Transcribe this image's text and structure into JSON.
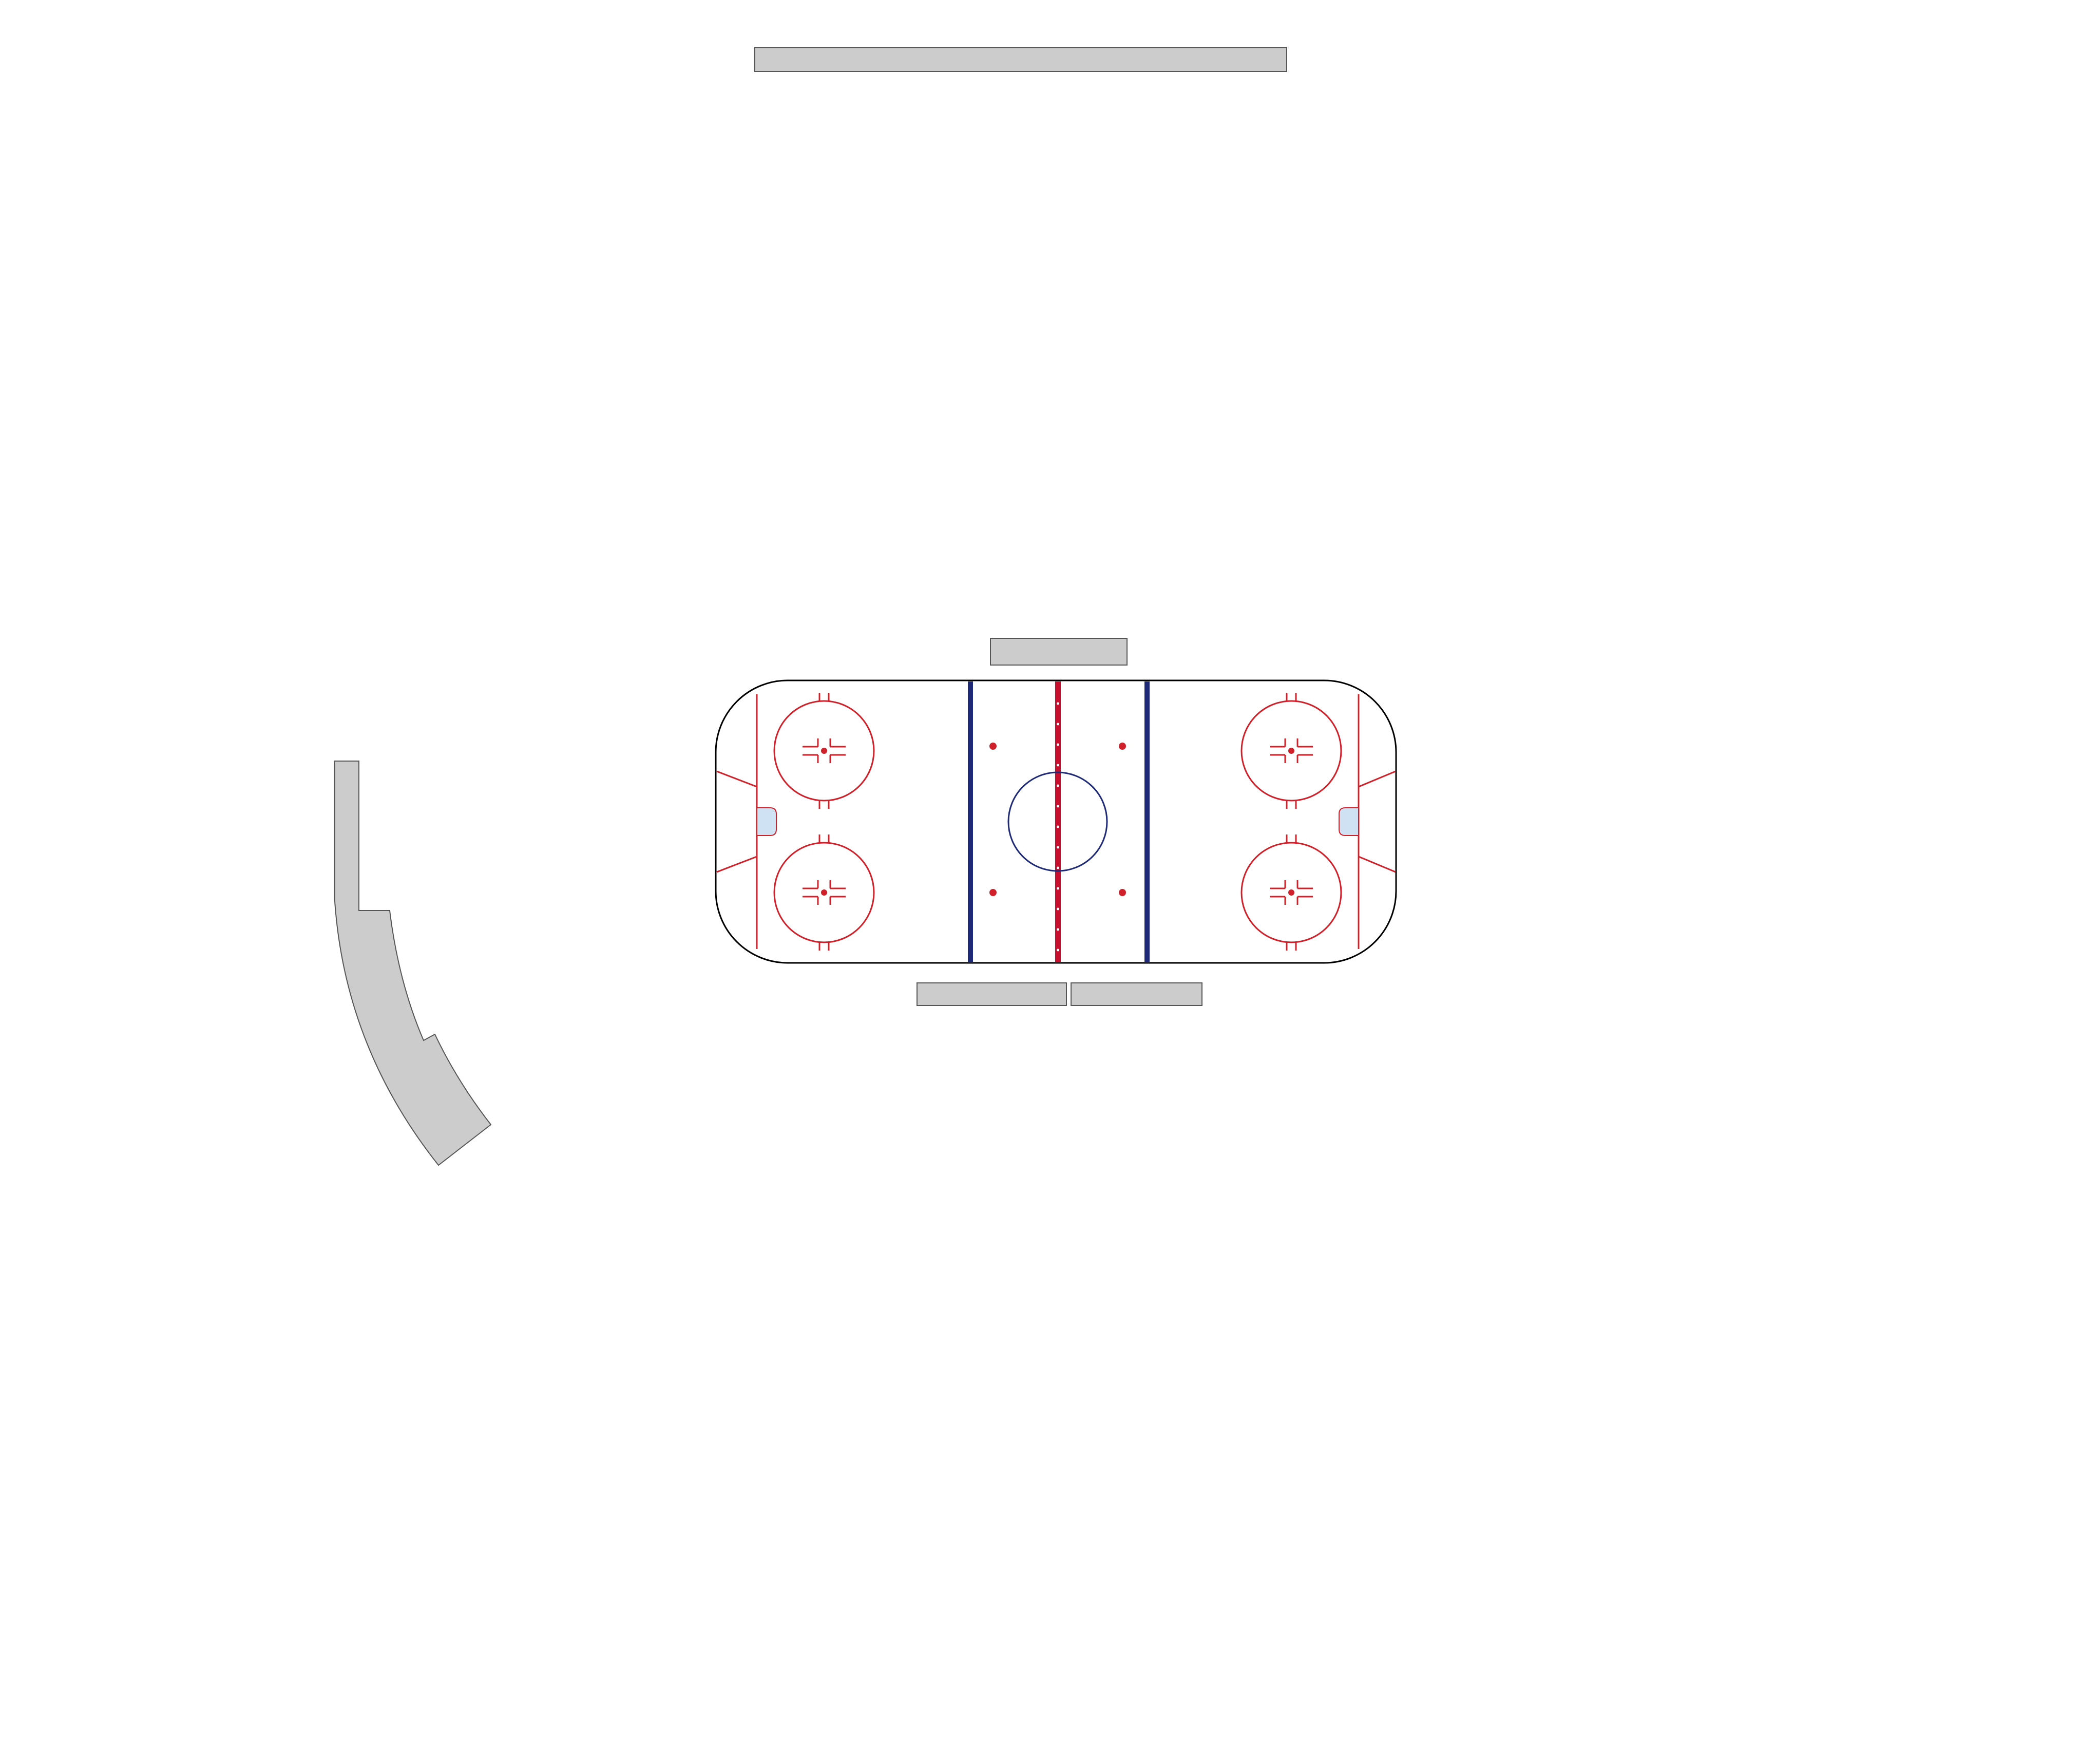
{
  "sections": [
    {
      "id": "top-far"
    },
    {
      "id": "top-near"
    },
    {
      "id": "bottom-left"
    },
    {
      "id": "bottom-right"
    },
    {
      "id": "left-curved"
    }
  ],
  "colors": {
    "background": "#ffffff",
    "section_fill": "#cccccc",
    "section_stroke": "#555555",
    "rink_outline": "#000000",
    "red_line": "#c8102e",
    "blue_line": "#1e2a78",
    "faceoff_red": "#d0202a",
    "center_circle": "#1e2a78",
    "crease_fill": "#cfe2f3"
  }
}
